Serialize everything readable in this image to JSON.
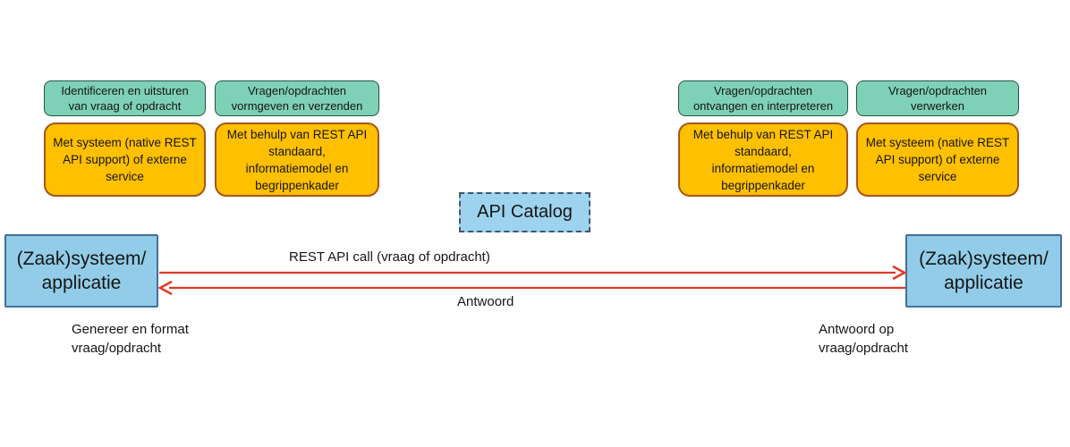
{
  "colors": {
    "green_fill": "#7ed0b6",
    "green_border": "#215748",
    "orange_fill": "#ffc000",
    "orange_border": "#a6551d",
    "blue_fill": "#92cce8",
    "blue_border": "#41719c",
    "catalog_fill": "#9dd3ee",
    "catalog_border": "#44546a",
    "arrow_red": "#e03a2b"
  },
  "process_steps": {
    "left": [
      {
        "action": "Identificeren en uitsturen\nvan vraag of opdracht",
        "means": "Met systeem (native REST\nAPI support) of externe\nservice"
      },
      {
        "action": "Vragen/opdrachten\nvormgeven en verzenden",
        "means": "Met behulp van REST API\nstandaard,\ninformatiemodel en\nbegrippenkader"
      }
    ],
    "right": [
      {
        "action": "Vragen/opdrachten\nontvangen en interpreteren",
        "means": "Met behulp van REST API\nstandaard,\ninformatiemodel en\nbegrippenkader"
      },
      {
        "action": "Vragen/opdrachten\nverwerken",
        "means": "Met systeem (native REST\nAPI support) of externe\nservice"
      }
    ]
  },
  "api_catalog": {
    "label": "API Catalog"
  },
  "systems": {
    "left": {
      "label": "(Zaak)systeem/\napplicatie",
      "note": "Genereer en format\nvraag/opdracht"
    },
    "right": {
      "label": "(Zaak)systeem/\napplicatie",
      "note": "Antwoord op\nvraag/opdracht"
    }
  },
  "arrows": {
    "request": {
      "label": "REST API call (vraag of opdracht)",
      "direction": "left-to-right"
    },
    "response": {
      "label": "Antwoord",
      "direction": "right-to-left"
    }
  }
}
